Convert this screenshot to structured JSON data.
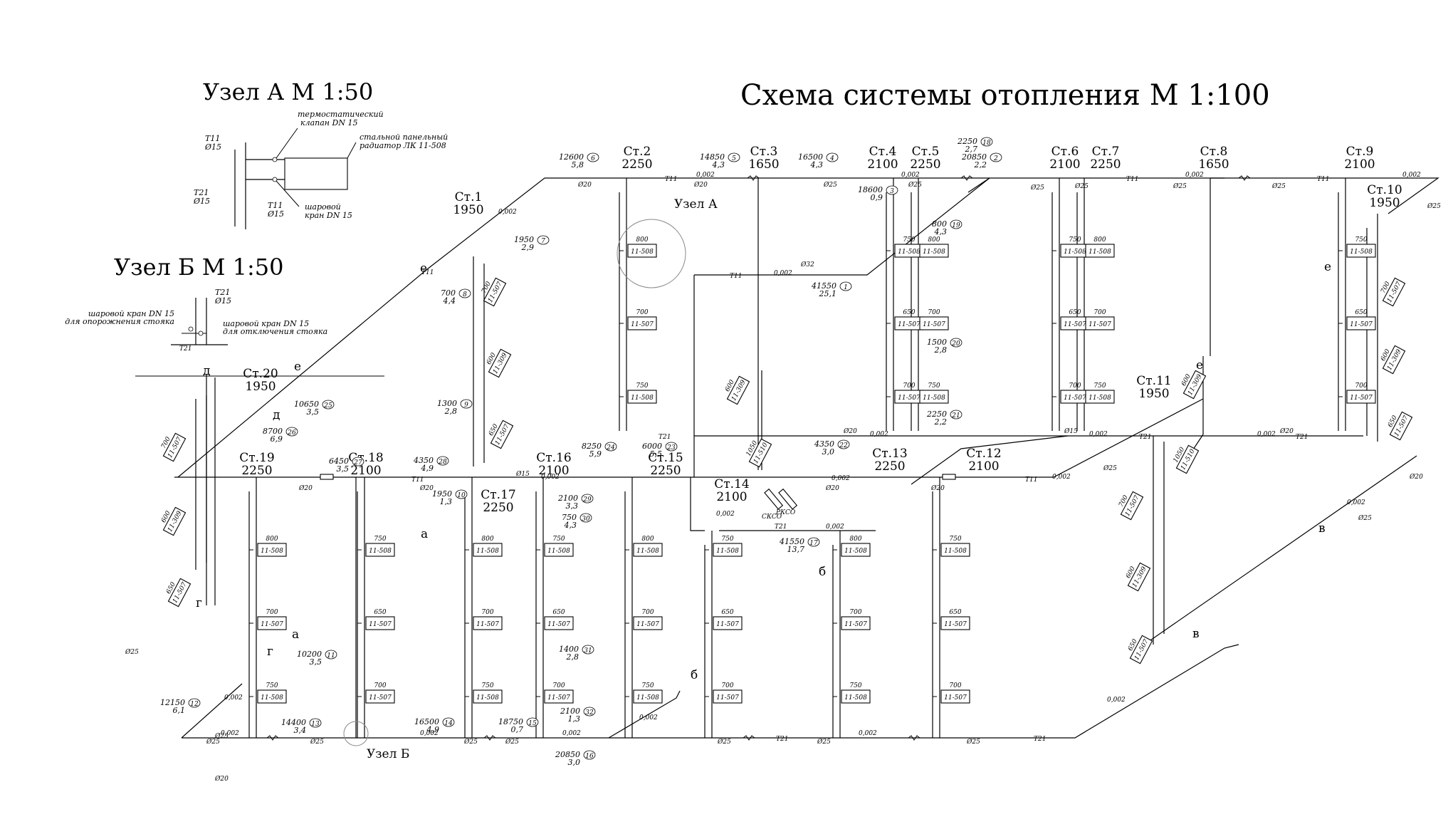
{
  "title": "Схема системы отопления М 1:100",
  "node_a": {
    "title": "Узел А М 1:50",
    "labels": [
      "термостатический",
      "клапан DN 15",
      "стальной панельный",
      "радиатор ЛК 11-508",
      "шаровой",
      "кран DN 15",
      "Т11",
      "Ø15",
      "Т21",
      "Ø15",
      "Т11",
      "Ø15"
    ]
  },
  "node_b": {
    "title": "Узел Б М 1:50",
    "labels": [
      "Т21",
      "Ø15",
      "шаровой кран DN 15",
      "для опорожнения стояка",
      "шаровой кран DN 15",
      "для отключения стояка",
      "Т21"
    ]
  },
  "node_marks": [
    "Узел А",
    "Узел Б"
  ],
  "risers": [
    {
      "name": "Ст.1",
      "val": "1950"
    },
    {
      "name": "Ст.2",
      "val": "2250"
    },
    {
      "name": "Ст.3",
      "val": "1650"
    },
    {
      "name": "Ст.4",
      "val": "2100"
    },
    {
      "name": "Ст.5",
      "val": "2250"
    },
    {
      "name": "Ст.6",
      "val": "2100"
    },
    {
      "name": "Ст.7",
      "val": "2250"
    },
    {
      "name": "Ст.8",
      "val": "1650"
    },
    {
      "name": "Ст.9",
      "val": "2100"
    },
    {
      "name": "Ст.10",
      "val": "1950"
    },
    {
      "name": "Ст.11",
      "val": "1950"
    },
    {
      "name": "Ст.12",
      "val": "2100"
    },
    {
      "name": "Ст.13",
      "val": "2250"
    },
    {
      "name": "Ст.14",
      "val": "2100"
    },
    {
      "name": "Ст.15",
      "val": "2250"
    },
    {
      "name": "Ст.16",
      "val": "2100"
    },
    {
      "name": "Ст.17",
      "val": "2250"
    },
    {
      "name": "Ст.18",
      "val": "2100"
    },
    {
      "name": "Ст.19",
      "val": "2250"
    },
    {
      "name": "Ст.20",
      "val": "1950"
    }
  ],
  "radiator_types": [
    "11-508",
    "11-507",
    "11-309",
    "11-510"
  ],
  "segments": [
    {
      "n": "1",
      "len": "41550",
      "load": "25,1"
    },
    {
      "n": "2",
      "len": "20850",
      "load": "2,2"
    },
    {
      "n": "3",
      "len": "18600",
      "load": "0,9"
    },
    {
      "n": "4",
      "len": "16500",
      "load": "4,3"
    },
    {
      "n": "5",
      "len": "14850",
      "load": "4,3"
    },
    {
      "n": "6",
      "len": "12600",
      "load": "5,8"
    },
    {
      "n": "7",
      "len": "1950",
      "load": "2,9"
    },
    {
      "n": "8",
      "len": "700",
      "load": "4,4"
    },
    {
      "n": "9",
      "len": "1300",
      "load": "2,8"
    },
    {
      "n": "10",
      "len": "1950",
      "load": "1,3"
    },
    {
      "n": "11",
      "len": "10200",
      "load": "3,5"
    },
    {
      "n": "12",
      "len": "12150",
      "load": "6,1"
    },
    {
      "n": "13",
      "len": "14400",
      "load": "3,4"
    },
    {
      "n": "14",
      "len": "16500",
      "load": "4,9"
    },
    {
      "n": "15",
      "len": "18750",
      "load": "0,7"
    },
    {
      "n": "16",
      "len": "20850",
      "load": "3,0"
    },
    {
      "n": "17",
      "len": "41550",
      "load": "13,7"
    },
    {
      "n": "18",
      "len": "2250",
      "load": "2,7"
    },
    {
      "n": "19",
      "len": "800",
      "load": "4,3"
    },
    {
      "n": "20",
      "len": "1500",
      "load": "2,8"
    },
    {
      "n": "21",
      "len": "2250",
      "load": "2,2"
    },
    {
      "n": "22",
      "len": "4350",
      "load": "3,0"
    },
    {
      "n": "23",
      "len": "6000",
      "load": "5,5"
    },
    {
      "n": "24",
      "len": "8250",
      "load": "5,9"
    },
    {
      "n": "25",
      "len": "10650",
      "load": "3,5"
    },
    {
      "n": "26",
      "len": "8700",
      "load": "6,9"
    },
    {
      "n": "27",
      "len": "6450",
      "load": "3,5"
    },
    {
      "n": "28",
      "len": "4350",
      "load": "4,9"
    },
    {
      "n": "29",
      "len": "2100",
      "load": "3,3"
    },
    {
      "n": "30",
      "len": "750",
      "load": "4,3"
    },
    {
      "n": "31",
      "len": "1400",
      "load": "2,8"
    },
    {
      "n": "32",
      "len": "2100",
      "load": "1,3"
    }
  ],
  "pipe_labels": {
    "supply": "Т11",
    "return": "Т21",
    "slope": "0,002",
    "d15": "Ø15",
    "d20": "Ø20",
    "d25": "Ø25",
    "d32": "Ø32"
  },
  "letters": [
    "е",
    "д",
    "г",
    "а",
    "б",
    "в"
  ],
  "other": {
    "skso": "СКСО",
    "rkso": "РКСО"
  }
}
